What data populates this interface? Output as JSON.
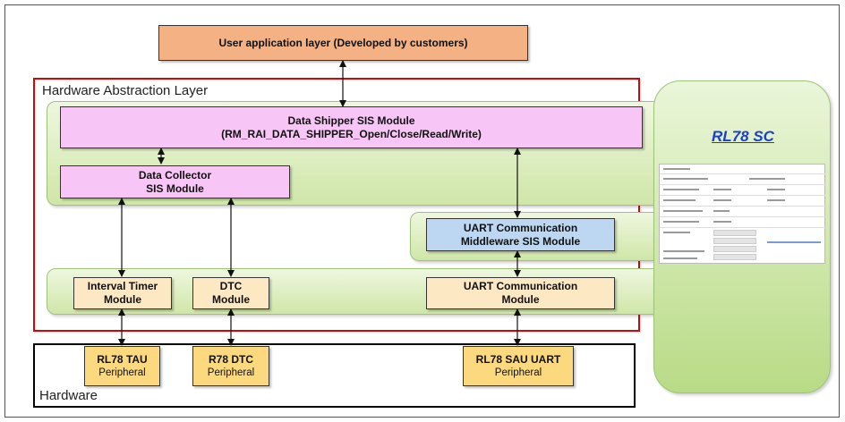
{
  "diagram": {
    "user_layer": "User application layer (Developed by customers)",
    "hal_label": "Hardware Abstraction Layer",
    "hardware_label": "Hardware",
    "data_shipper": {
      "title": "Data Shipper SIS Module",
      "subtitle": "(RM_RAI_DATA_SHIPPER_Open/Close/Read/Write)"
    },
    "data_collector": {
      "line1": "Data Collector",
      "line2": "SIS Module"
    },
    "uart_middleware": {
      "line1": "UART Communication",
      "line2": "Middleware SIS Module"
    },
    "interval_timer": {
      "line1": "Interval Timer",
      "line2": "Module"
    },
    "dtc_module": {
      "line1": "DTC",
      "line2": "Module"
    },
    "uart_comm": {
      "line1": "UART Communication",
      "line2": "Module"
    },
    "tau": {
      "name": "RL78 TAU",
      "sub": "Peripheral"
    },
    "dtc_periph": {
      "name": "R78 DTC",
      "sub": "Peripheral"
    },
    "sau": {
      "name": "RL78 SAU UART",
      "sub": "Peripheral"
    },
    "sc_title": "RL78 SC"
  }
}
